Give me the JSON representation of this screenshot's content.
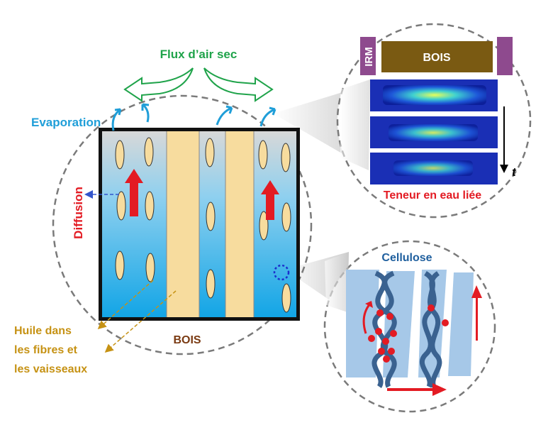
{
  "labels": {
    "airflow": "Flux d’air sec",
    "evaporation": "Evaporation",
    "diffusion": "Diffusion",
    "oil_line1": "Huile dans",
    "oil_line2": "les fibres et",
    "oil_line3": "les vaisseaux",
    "wood_bottom": "BOIS",
    "irm": "IRM",
    "wood_top": "BOIS",
    "bound_water": "Teneur en eau liée",
    "time": "t",
    "cellulose": "Cellulose"
  },
  "colors": {
    "green": "#1fa34a",
    "blue_text": "#1f9ed8",
    "red": "#e31b23",
    "brown": "#7a5a12",
    "purple": "#8e4a8e",
    "gold_text": "#c69214",
    "dark_blue": "#1f5f9e"
  }
}
